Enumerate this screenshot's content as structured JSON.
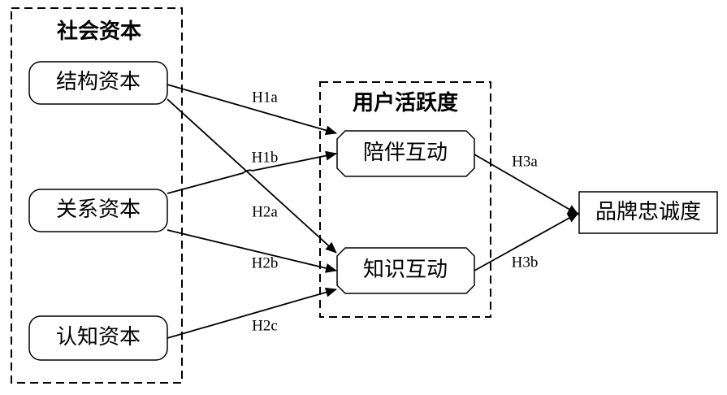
{
  "groups": {
    "social_capital": {
      "title": "社会资本"
    },
    "user_activity": {
      "title": "用户活跃度"
    }
  },
  "nodes": {
    "structural": "结构资本",
    "relational": "关系资本",
    "cognitive": "认知资本",
    "companion": "陪伴互动",
    "knowledge": "知识互动",
    "loyalty": "品牌忠诚度"
  },
  "hypotheses": {
    "h1a": "H1a",
    "h1b": "H1b",
    "h2a": "H2a",
    "h2b": "H2b",
    "h2c": "H2c",
    "h3a": "H3a",
    "h3b": "H3b"
  },
  "colors": {
    "stroke": "#000000",
    "background": "#ffffff"
  }
}
